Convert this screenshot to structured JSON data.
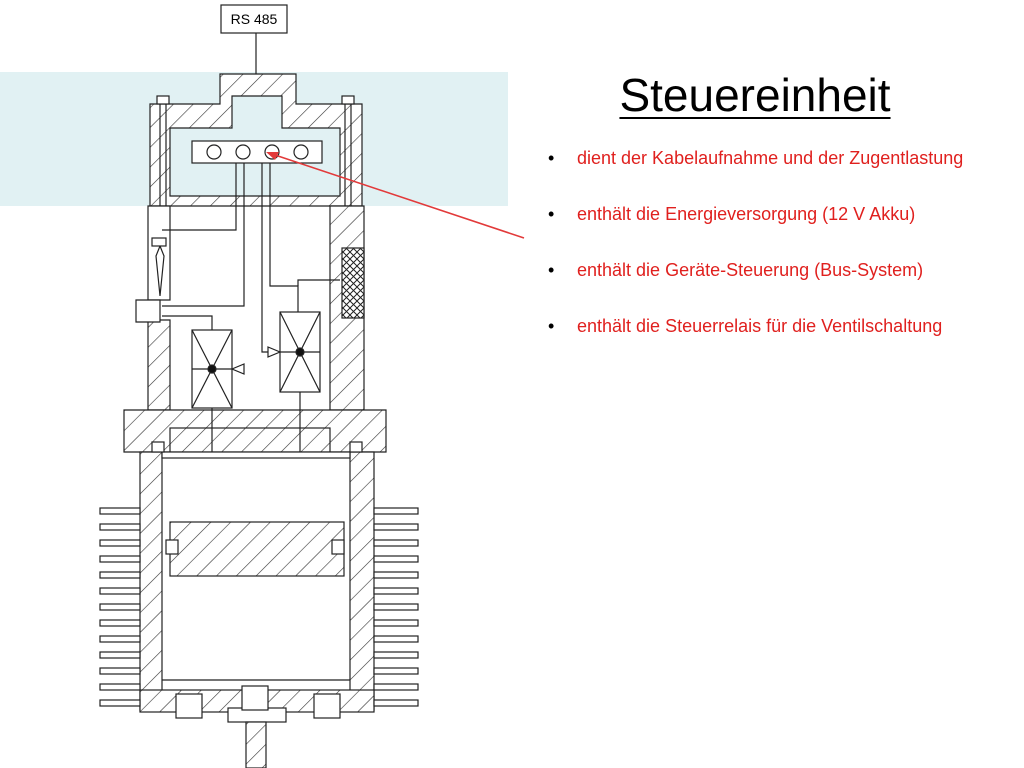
{
  "label_rs485": "RS 485",
  "title": "Steuereinheit",
  "bullets": [
    "dient der Kabelaufnahme und der Zugentlastung",
    "enthält die Energieversorgung (12 V Akku)",
    "enthält die Geräte-Steuerung (Bus-System)",
    "enthält die Steuerrelais für die Ventilschaltung"
  ],
  "colors": {
    "highlight": "#e1f1f3",
    "text_red": "#e0201e",
    "pointer": "#e23a3a",
    "line": "#222222"
  }
}
